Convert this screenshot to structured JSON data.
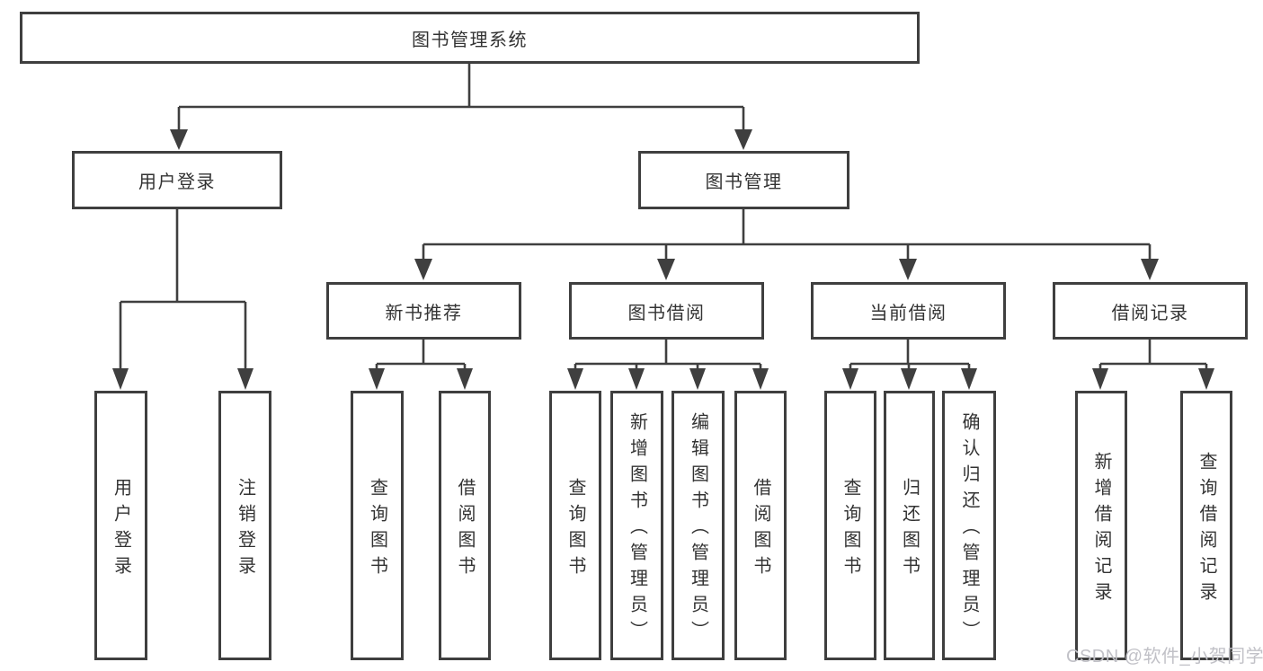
{
  "diagram": {
    "root": {
      "label": "图书管理系统"
    },
    "level2": {
      "user_login": "用户登录",
      "book_mgmt": "图书管理"
    },
    "level3": {
      "new_book_recommend": "新书推荐",
      "book_borrow": "图书借阅",
      "current_borrow": "当前借阅",
      "borrow_record": "借阅记录"
    },
    "leaves": {
      "user_login": "用户登录",
      "logout": "注销登录",
      "query_book_1": "查询图书",
      "borrow_book_1": "借阅图书",
      "query_book_2": "查询图书",
      "add_book_admin": "新增图书（管理员）",
      "edit_book_admin": "编辑图书（管理员）",
      "borrow_book_2": "借阅图书",
      "query_book_3": "查询图书",
      "return_book": "归还图书",
      "confirm_return_admin": "确认归还（管理员）",
      "add_borrow_record": "新增借阅记录",
      "query_borrow_record": "查询借阅记录"
    },
    "watermark": "CSDN @软件_小贺同学",
    "colors": {
      "line": "#3f3f3f",
      "text": "#333333",
      "watermark": "#c1c1c7",
      "background": "#ffffff"
    }
  }
}
